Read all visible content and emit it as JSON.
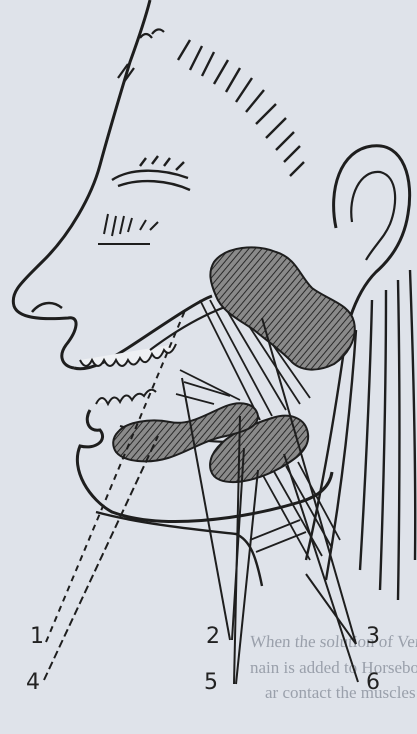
{
  "diagram": {
    "labels": {
      "l1": "1",
      "l2": "2",
      "l3": "3",
      "l4": "4",
      "l5": "5",
      "l6": "6"
    }
  },
  "bleed_text": {
    "line1": "When the solution of Ver-",
    "line2": "nain is added to Horsebone",
    "line3": "ar contact the muscles"
  },
  "colors": {
    "ink": "#1e1e1e",
    "paper": "#dfe3ea",
    "gland": "#6b6b6b"
  }
}
